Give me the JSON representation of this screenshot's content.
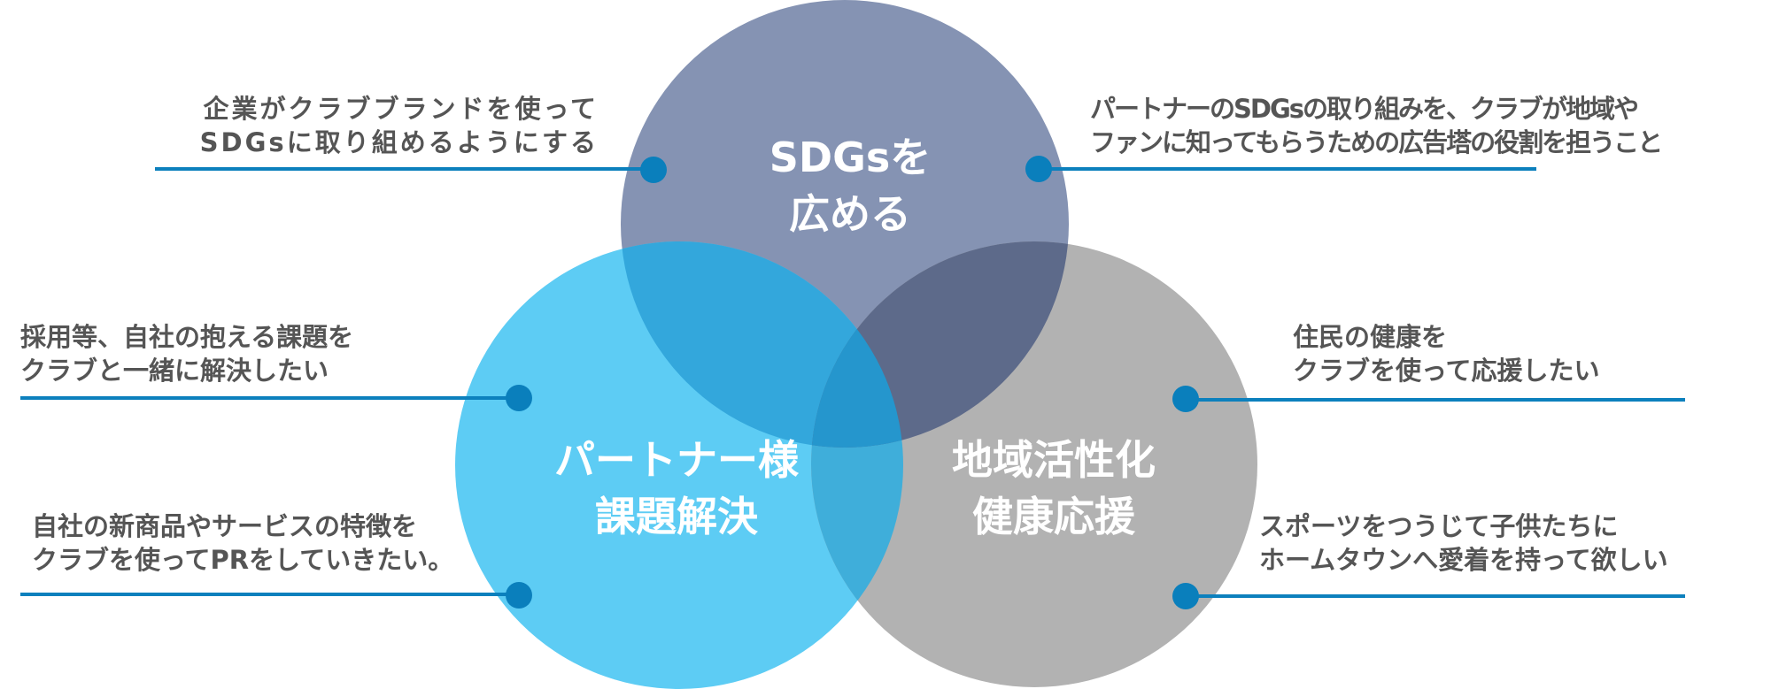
{
  "colors": {
    "top_circle": "#8593B3",
    "left_circle": "#5DCCF4",
    "right_circle": "#B2B2B2",
    "top_left_overlap": "#33A7DC",
    "top_right_overlap": "#5D6A8A",
    "left_right_overlap": "#3FAEDA",
    "center_overlap": "#2596CD",
    "connector": "#0C80BD",
    "note_text": "#555555",
    "label_text": "#FFFFFF"
  },
  "circles": [
    {
      "id": "sdgs",
      "line1": "SDGsを",
      "line2": "広める"
    },
    {
      "id": "partner",
      "line1": "パートナー様",
      "line2": "課題解決"
    },
    {
      "id": "region",
      "line1": "地域活性化",
      "line2": "健康応援"
    }
  ],
  "notes": {
    "top_left": {
      "line1": "企業がクラブブランドを使って",
      "line2": "SDGsに取り組めるようにする"
    },
    "top_right": {
      "line1": "パートナーのSDGsの取り組みを、クラブが地域や",
      "line2": "ファンに知ってもらうための広告塔の役割を担うこと"
    },
    "middle_left": {
      "line1": "採用等、自社の抱える課題を",
      "line2": "クラブと一緒に解決したい"
    },
    "bottom_left": {
      "line1": "自社の新商品やサービスの特徴を",
      "line2": "クラブを使ってPRをしていきたい。"
    },
    "middle_right": {
      "line1": "住民の健康を",
      "line2": "クラブを使って応援したい"
    },
    "bottom_right": {
      "line1": "スポーツをつうじて子供たちに",
      "line2": "ホームタウンへ愛着を持って欲しい"
    }
  }
}
